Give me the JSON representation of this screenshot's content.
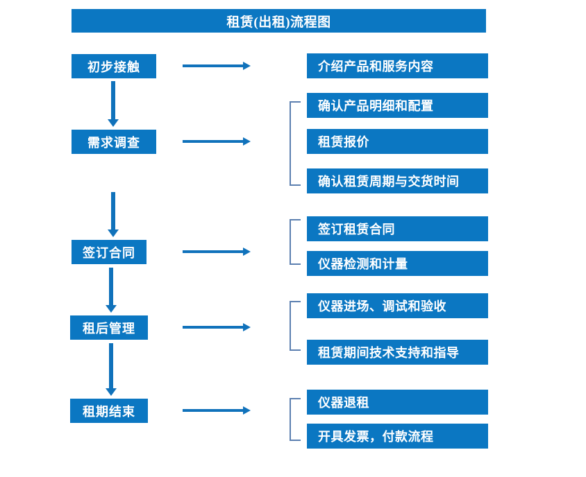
{
  "diagram": {
    "title": "租赁(出租)流程图",
    "theme": {
      "box_fill": "#0b77c2",
      "box_text": "#ffffff",
      "arrow": "#1072bb",
      "bracket": "#5b7fb0",
      "background": "#ffffff"
    },
    "stages": [
      {
        "label": "初步接触"
      },
      {
        "label": "需求调查"
      },
      {
        "label": "签订合同"
      },
      {
        "label": "租后管理"
      },
      {
        "label": "租期结束"
      }
    ],
    "connectors": {
      "stage_to_stage_arrow": "down-arrow",
      "stage_to_detail_arrow": "right-arrow",
      "group_marker": "bracket"
    },
    "detail_groups": [
      {
        "stage": "初步接触",
        "bracketed": false,
        "items": [
          {
            "label": "介绍产品和服务内容"
          }
        ]
      },
      {
        "stage": "需求调查",
        "bracketed": true,
        "items": [
          {
            "label": "确认产品明细和配置"
          },
          {
            "label": "租赁报价"
          },
          {
            "label": "确认租赁周期与交货时间"
          }
        ]
      },
      {
        "stage": "签订合同",
        "bracketed": true,
        "items": [
          {
            "label": "签订租赁合同"
          },
          {
            "label": "仪器检测和计量"
          }
        ]
      },
      {
        "stage": "租后管理",
        "bracketed": true,
        "items": [
          {
            "label": "仪器进场、调试和验收"
          },
          {
            "label": "租赁期间技术支持和指导"
          }
        ]
      },
      {
        "stage": "租期结束",
        "bracketed": true,
        "items": [
          {
            "label": "仪器退租"
          },
          {
            "label": "开具发票，付款流程"
          }
        ]
      }
    ]
  }
}
